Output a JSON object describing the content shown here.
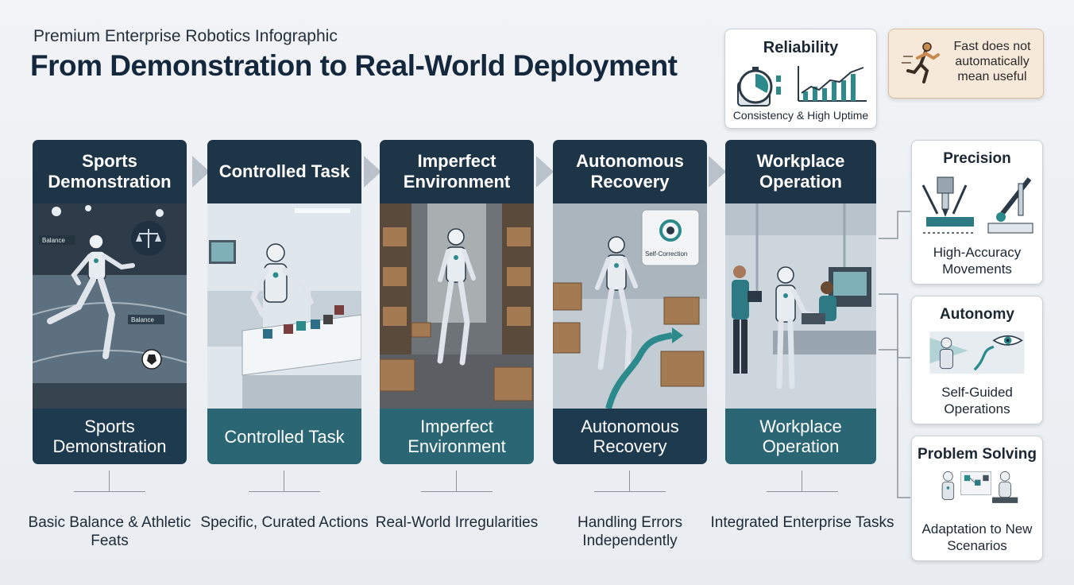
{
  "header": {
    "subtitle": "Premium Enterprise Robotics Infographic",
    "title": "From Demonstration to Real-World Deployment"
  },
  "reliability": {
    "title": "Reliability",
    "caption": "Consistency & High Uptime"
  },
  "fast_note": {
    "text": "Fast does not automatically mean useful"
  },
  "stages": [
    {
      "title": "Sports Demonstration",
      "footer": "Sports Demonstration",
      "description": "Basic Balance & Athletic Feats",
      "scene_labels": [
        "Balance",
        "Balance"
      ]
    },
    {
      "title": "Controlled Task",
      "footer": "Controlled Task",
      "description": "Specific, Curated Actions"
    },
    {
      "title": "Imperfect Environment",
      "footer": "Imperfect Environment",
      "description": "Real-World Irregularities"
    },
    {
      "title": "Autonomous Recovery",
      "footer": "Autonomous Recovery",
      "description": "Handling Errors Independently",
      "scene_labels": [
        "Self-Correction"
      ]
    },
    {
      "title": "Workplace Operation",
      "footer": "Workplace Operation",
      "description": "Integrated Enterprise Tasks"
    }
  ],
  "capabilities": [
    {
      "title": "Precision",
      "caption": "High-Accuracy Movements"
    },
    {
      "title": "Autonomy",
      "caption": "Self-Guided Operations"
    },
    {
      "title": "Problem Solving",
      "caption": "Adaptation to New Scenarios"
    }
  ],
  "colors": {
    "header_navy": "#1e3547",
    "footer_teal": "#2a6673",
    "footer_dark": "#1e3a4f",
    "accent_teal": "#2d8a8c",
    "note_bg": "#f6e9da"
  },
  "icons": [
    "scale-icon",
    "gear-cycle-icon",
    "stopwatch-icon",
    "growth-chart-icon",
    "running-person-icon",
    "eye-icon",
    "robot-icon"
  ]
}
